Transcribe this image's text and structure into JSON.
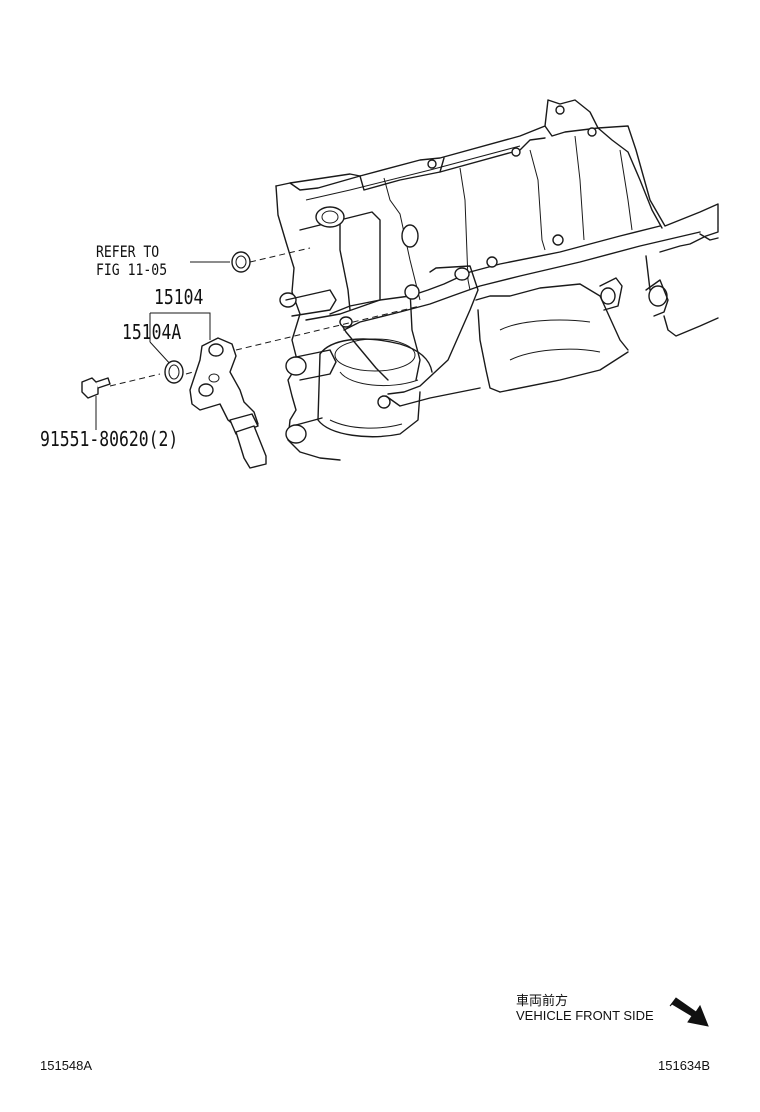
{
  "callouts": {
    "refer_line1": "REFER TO",
    "refer_line2": "FIG 11-05",
    "sensor_part": "15104",
    "oring_part": "15104A",
    "bolt_part": "91551-80620(2)"
  },
  "direction": {
    "japanese": "車両前方",
    "english": "VEHICLE FRONT SIDE",
    "arrow_icon": "front-direction-arrow-icon"
  },
  "footer": {
    "left_code": "151548A",
    "right_code": "151634B"
  }
}
